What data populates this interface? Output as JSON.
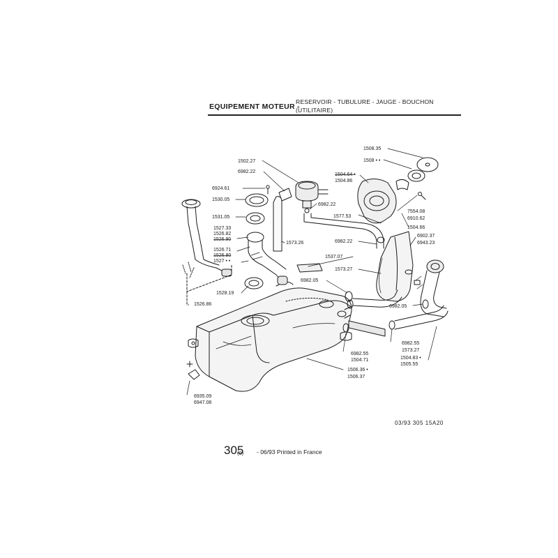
{
  "header": {
    "title": "EQUIPEMENT MOTEUR -",
    "subtitle_line1": "RESERVOIR - TUBULURE - JAUGE - BOUCHON",
    "subtitle_line2": "(UTILITAIRE)"
  },
  "parts": [
    {
      "id": "p1508_35",
      "text": "1508.35"
    },
    {
      "id": "p1508",
      "text": "1508 • •"
    },
    {
      "id": "p1504_64",
      "text": "1504.64 •"
    },
    {
      "id": "p1504_86",
      "text": "1504.86"
    },
    {
      "id": "p1502_27",
      "text": "1502.27"
    },
    {
      "id": "p6982_22a",
      "text": "6982.22"
    },
    {
      "id": "p6924_61",
      "text": "6924.61"
    },
    {
      "id": "p1530_05",
      "text": "1530.05"
    },
    {
      "id": "p6982_22b",
      "text": "6982.22"
    },
    {
      "id": "p7554_08",
      "text": "7554.08"
    },
    {
      "id": "p6910_62",
      "text": "6910.62"
    },
    {
      "id": "p1577_53",
      "text": "1577.53"
    },
    {
      "id": "p1531_05",
      "text": "1531.05"
    },
    {
      "id": "p1504_66",
      "text": "1504.66"
    },
    {
      "id": "p1527_33",
      "text": "1527.33"
    },
    {
      "id": "p1526_82",
      "text": "1526.82"
    },
    {
      "id": "p1526_90",
      "text": "1526.90"
    },
    {
      "id": "p6902_37",
      "text": "6902.37"
    },
    {
      "id": "p6982_22c",
      "text": "6982.22"
    },
    {
      "id": "p6943_23",
      "text": "6943.23"
    },
    {
      "id": "p1573_26",
      "text": "1573.26"
    },
    {
      "id": "p1526_71",
      "text": "1526.71"
    },
    {
      "id": "p1526_80",
      "text": "1526.80"
    },
    {
      "id": "p1527",
      "text": "1527 • •"
    },
    {
      "id": "p1537_07",
      "text": "1537.07"
    },
    {
      "id": "p1573_27a",
      "text": "1573.27"
    },
    {
      "id": "p6982_05a",
      "text": "6982.05"
    },
    {
      "id": "p1528_19",
      "text": "1528.19"
    },
    {
      "id": "p6982_05b",
      "text": "6982.05"
    },
    {
      "id": "p1526_86",
      "text": "1526.86"
    },
    {
      "id": "p6982_55a",
      "text": "6982.55"
    },
    {
      "id": "p1573_27b",
      "text": "1573.27"
    },
    {
      "id": "p6982_55b",
      "text": "6982.55"
    },
    {
      "id": "p1504_71",
      "text": "1504.71"
    },
    {
      "id": "p1504_83",
      "text": "1504.83 •"
    },
    {
      "id": "p1505_55",
      "text": "1505.55"
    },
    {
      "id": "p1506_36",
      "text": "1506.36 •"
    },
    {
      "id": "p1506_37",
      "text": "1506.37"
    },
    {
      "id": "p6935_09",
      "text": "6935.09"
    },
    {
      "id": "p6947_08",
      "text": "6947.08"
    }
  ],
  "footer": {
    "code": "03/93 305 15A20",
    "page_number": "305",
    "revision": "(0)",
    "printed": "- 06/93 Printed in France"
  }
}
